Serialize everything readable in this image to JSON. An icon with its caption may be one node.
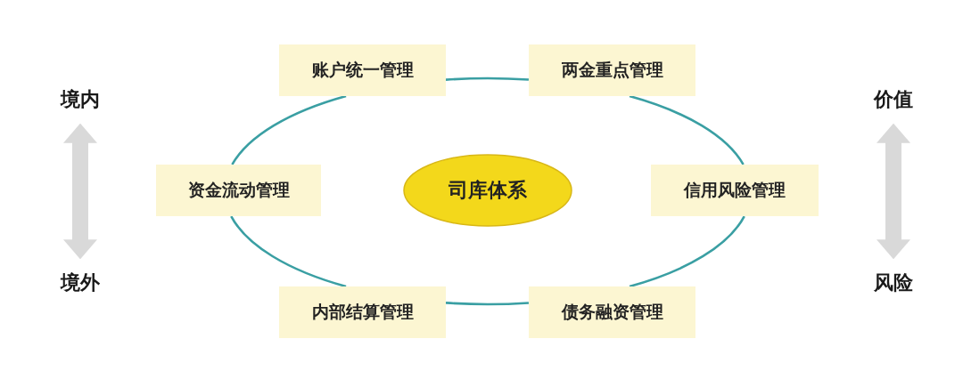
{
  "diagram": {
    "nodes": [
      {
        "text": [
          "境内"
        ]
      },
      {
        "text": [
          "账户统一管理"
        ]
      },
      {
        "text": [
          "两金重点管理"
        ]
      },
      {
        "text": [
          "价值"
        ]
      },
      {
        "text": [
          "资金流动管理"
        ]
      },
      {
        "text": [
          "司库体系"
        ]
      },
      {
        "text": [
          "信用风险管理"
        ]
      },
      {
        "text": [
          "境外"
        ]
      },
      {
        "text": [
          "内部结算管理"
        ]
      },
      {
        "text": [
          "债务融资管理"
        ]
      },
      {
        "text": [
          "风险"
        ]
      }
    ],
    "edges": [
      {
        "from": 1,
        "to": 2,
        "arrow": "none"
      },
      {
        "from": 2,
        "to": 6,
        "arrow": "none"
      },
      {
        "from": 6,
        "to": 9,
        "arrow": "none"
      },
      {
        "from": 9,
        "to": 8,
        "arrow": "none"
      },
      {
        "from": 8,
        "to": 4,
        "arrow": "none"
      },
      {
        "from": 4,
        "to": 1,
        "arrow": "none"
      },
      {
        "from": 0,
        "to": 7,
        "arrow": "both",
        "style": "thick",
        "color": "#d9d9d9"
      },
      {
        "from": 3,
        "to": 10,
        "arrow": "both",
        "style": "thick",
        "color": "#d9d9d9"
      }
    ]
  }
}
